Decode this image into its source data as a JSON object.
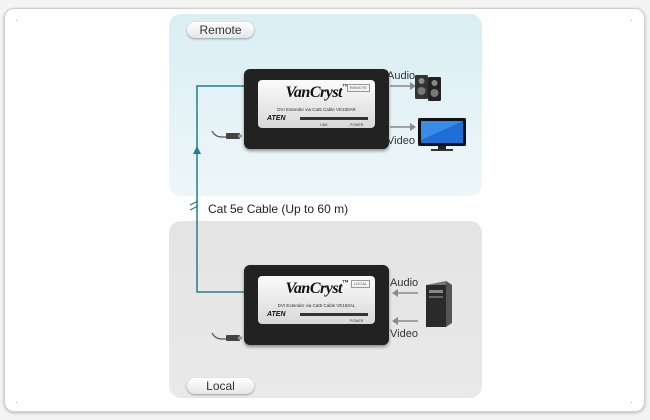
{
  "remote": {
    "tab_label": "Remote",
    "device": {
      "brand": "VanCryst",
      "trademark": "™",
      "badge": "REMOTE",
      "subtitle": "DVI Extender via Cat5 Cable VE150AR",
      "logo": "ATEN",
      "small_left": "LINK",
      "small_right": "POWER"
    },
    "audio_label": "Audio",
    "video_label": "Video"
  },
  "local": {
    "tab_label": "Local",
    "device": {
      "brand": "VanCryst",
      "trademark": "™",
      "badge": "LOCAL",
      "subtitle": "DVI Extender via Cat5 Cable VE150AL",
      "logo": "ATEN",
      "small_right": "POWER"
    },
    "audio_label": "Audio",
    "video_label": "Video"
  },
  "cable_label": "Cat 5e Cable (Up to 60 m)",
  "colors": {
    "cable": "#1f7f8c",
    "arrow": "#8a8a8a"
  },
  "icons": [
    "speakers-icon",
    "monitor-icon",
    "pc-tower-icon",
    "plug-icon"
  ]
}
